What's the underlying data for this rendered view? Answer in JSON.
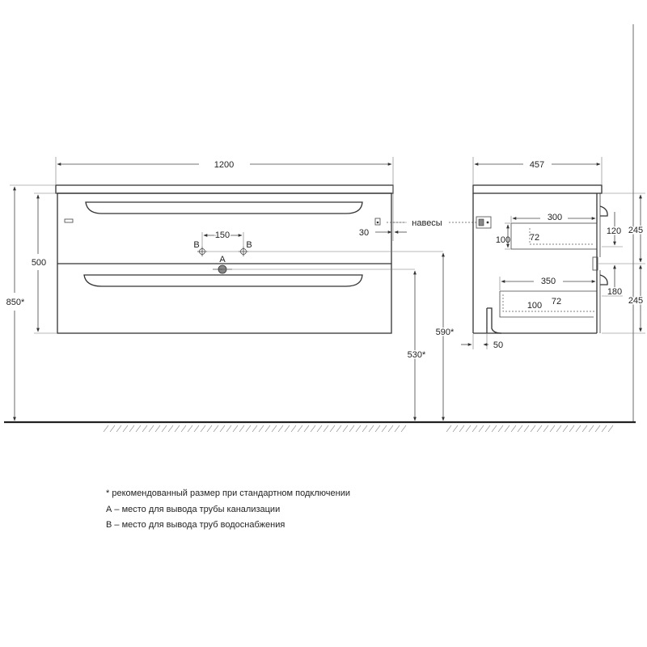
{
  "front_view": {
    "width": "1200",
    "height": "500",
    "total_height": "850*",
    "pipe_spacing": "150",
    "label_b_left": "B",
    "label_b_right": "B",
    "label_a": "A",
    "hanger_offset": "30",
    "drain_height": "530*",
    "supply_height": "590*"
  },
  "hangers_label": "навесы",
  "side_view": {
    "depth": "457",
    "upper_drawer_width": "300",
    "upper_drawer_height": "100",
    "upper_drawer_inner": "72",
    "upper_front_height": "120",
    "upper_section_height": "245",
    "lower_drawer_width": "350",
    "lower_drawer_height": "100",
    "lower_drawer_inner": "72",
    "lower_front_height": "180",
    "lower_section_height": "245",
    "back_offset": "50"
  },
  "notes": {
    "line1": "* рекомендованный размер при стандартном подключении",
    "line2": "А – место для вывода трубы канализации",
    "line3": "В – место для вывода труб водоснабжения"
  }
}
